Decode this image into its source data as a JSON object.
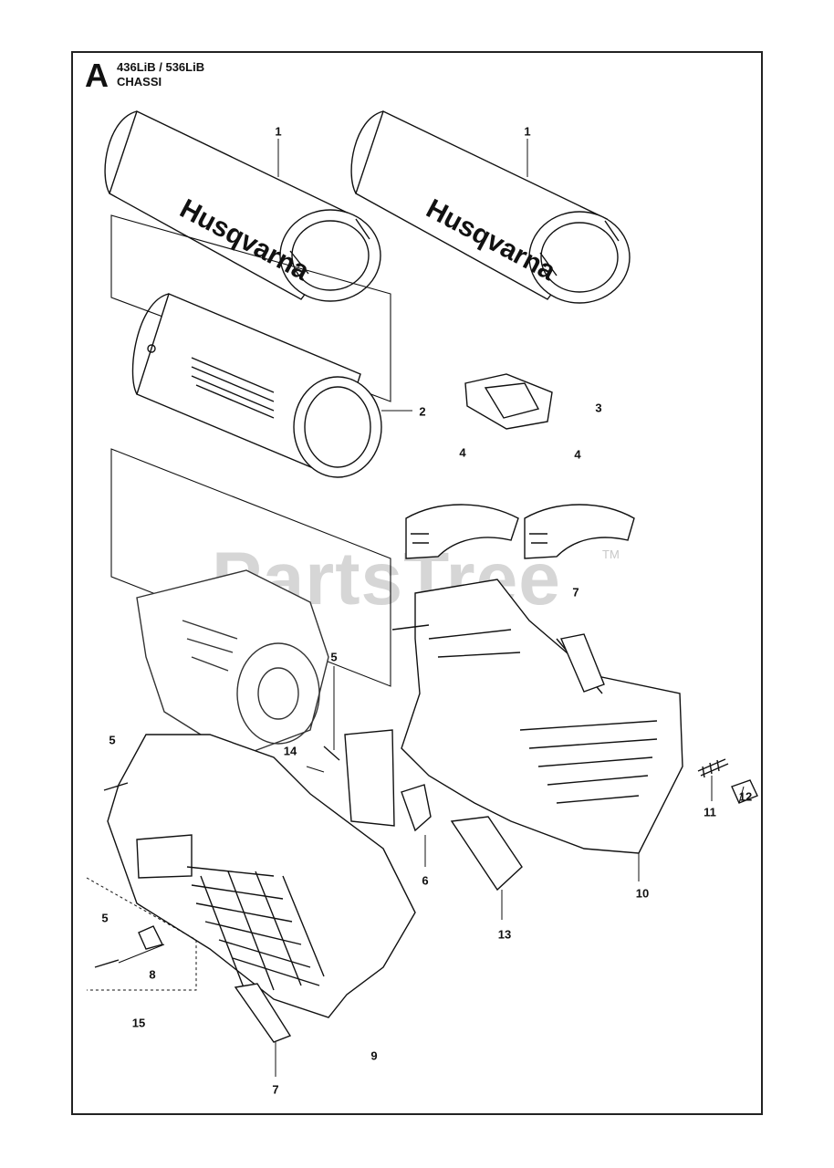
{
  "header": {
    "section_letter": "A",
    "models": "436LiB / 536LiB",
    "title": "CHASSI"
  },
  "watermark": {
    "text": "PartsTree",
    "trademark": "TM"
  },
  "brand_text": "Husqvarna",
  "callouts": [
    {
      "id": "c1a",
      "text": "1"
    },
    {
      "id": "c1b",
      "text": "1"
    },
    {
      "id": "c2",
      "text": "2"
    },
    {
      "id": "c3",
      "text": "3"
    },
    {
      "id": "c4a",
      "text": "4"
    },
    {
      "id": "c4b",
      "text": "4"
    },
    {
      "id": "c7a",
      "text": "7"
    },
    {
      "id": "c5a",
      "text": "5"
    },
    {
      "id": "c5b",
      "text": "5"
    },
    {
      "id": "c14",
      "text": "14"
    },
    {
      "id": "c11",
      "text": "11"
    },
    {
      "id": "c12",
      "text": "12"
    },
    {
      "id": "c6",
      "text": "6"
    },
    {
      "id": "c10",
      "text": "10"
    },
    {
      "id": "c13",
      "text": "13"
    },
    {
      "id": "c5c",
      "text": "5"
    },
    {
      "id": "c8",
      "text": "8"
    },
    {
      "id": "c15",
      "text": "15"
    },
    {
      "id": "c9",
      "text": "9"
    },
    {
      "id": "c7b",
      "text": "7"
    }
  ]
}
